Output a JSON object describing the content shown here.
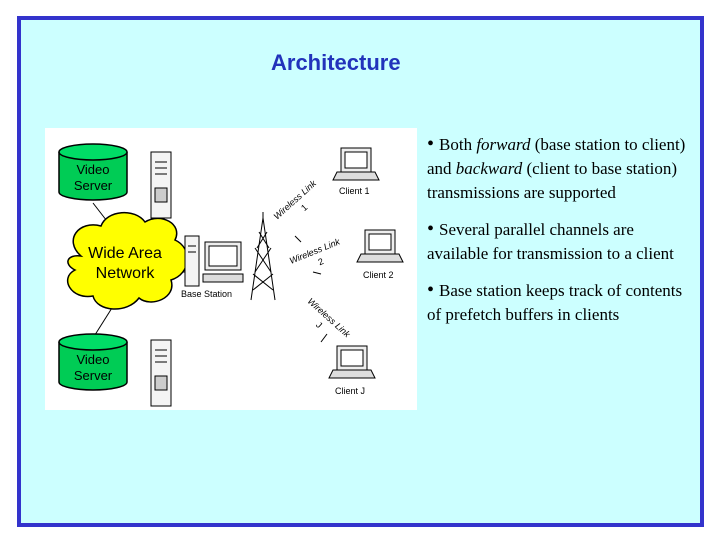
{
  "title": "Architecture",
  "diagram": {
    "servers": [
      "Video Server",
      "Video Server"
    ],
    "server_lines": [
      [
        "Video",
        "Server"
      ],
      [
        "Video",
        "Server"
      ]
    ],
    "network_lines": [
      "Wide Area",
      "Network"
    ],
    "base_station_label": "Base Station",
    "clients": [
      "Client 1",
      "Client 2",
      "Client J"
    ],
    "links": [
      {
        "label": "Wireless Link",
        "number": "1"
      },
      {
        "label": "Wireless Link",
        "number": "2"
      },
      {
        "label": "Wireless Link",
        "number": "J"
      }
    ]
  },
  "bullets": [
    {
      "parts": [
        {
          "text": "Both ",
          "italic": false
        },
        {
          "text": "forward",
          "italic": true
        },
        {
          "text": " (base station to client) and ",
          "italic": false
        },
        {
          "text": "backward",
          "italic": true
        },
        {
          "text": " (client to base station) transmissions are supported",
          "italic": false
        }
      ]
    },
    {
      "parts": [
        {
          "text": "Several parallel channels are available for transmission to a client",
          "italic": false
        }
      ]
    },
    {
      "parts": [
        {
          "text": "Base station keeps track of contents of prefetch buffers in clients",
          "italic": false
        }
      ]
    }
  ],
  "colors": {
    "background": "#ccffff",
    "border": "#3333cc",
    "title": "#2233bb",
    "server_cylinder": "#00cc55",
    "network_cloud": "#ffff00"
  }
}
